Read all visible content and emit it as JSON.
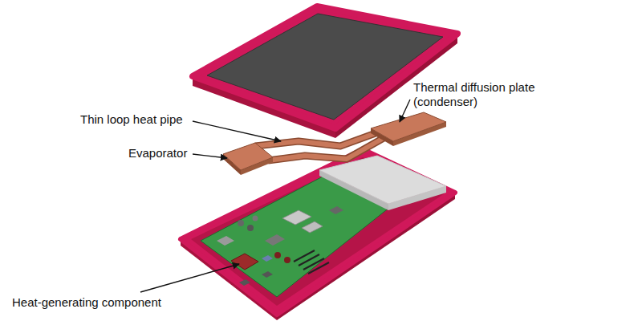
{
  "diagram": {
    "labels": [
      "Thermal diffusion plate (condenser)",
      "Thin loop heat pipe",
      "Evaporator",
      "Heat-generating component"
    ]
  }
}
